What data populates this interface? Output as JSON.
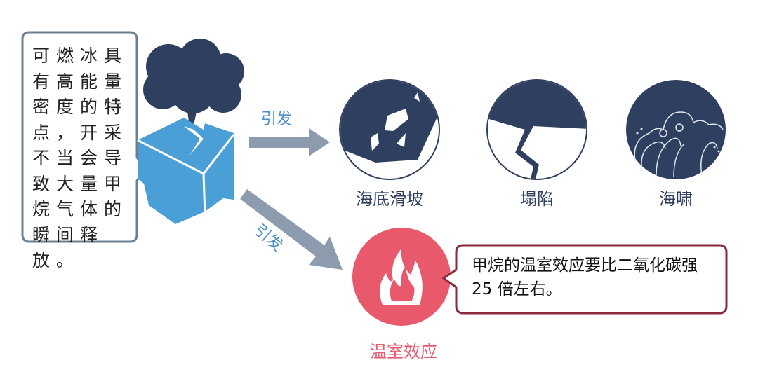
{
  "left_bubble": {
    "text": "可燃冰具有高能量密度的特点，开采不当会导致大量甲烷气体的瞬间释放。"
  },
  "arrows": {
    "trigger_top": "引发",
    "trigger_bottom": "引发"
  },
  "hazards": [
    {
      "label": "海底滑坡",
      "icon": "landslide-icon"
    },
    {
      "label": "塌陷",
      "icon": "collapse-icon"
    },
    {
      "label": "海啸",
      "icon": "tsunami-icon"
    }
  ],
  "greenhouse": {
    "label": "温室效应",
    "icon": "flame-icon",
    "note": "甲烷的温室效应要比二氧化碳强 25 倍左右。"
  },
  "colors": {
    "navy": "#2f3f5f",
    "ice": "#4aa0d6",
    "arrow": "#8c9cae",
    "red": "#e85a6b",
    "note_border": "#8b2a3a",
    "bubble_border": "#6b8090",
    "trigger": "#4a8fc8"
  }
}
